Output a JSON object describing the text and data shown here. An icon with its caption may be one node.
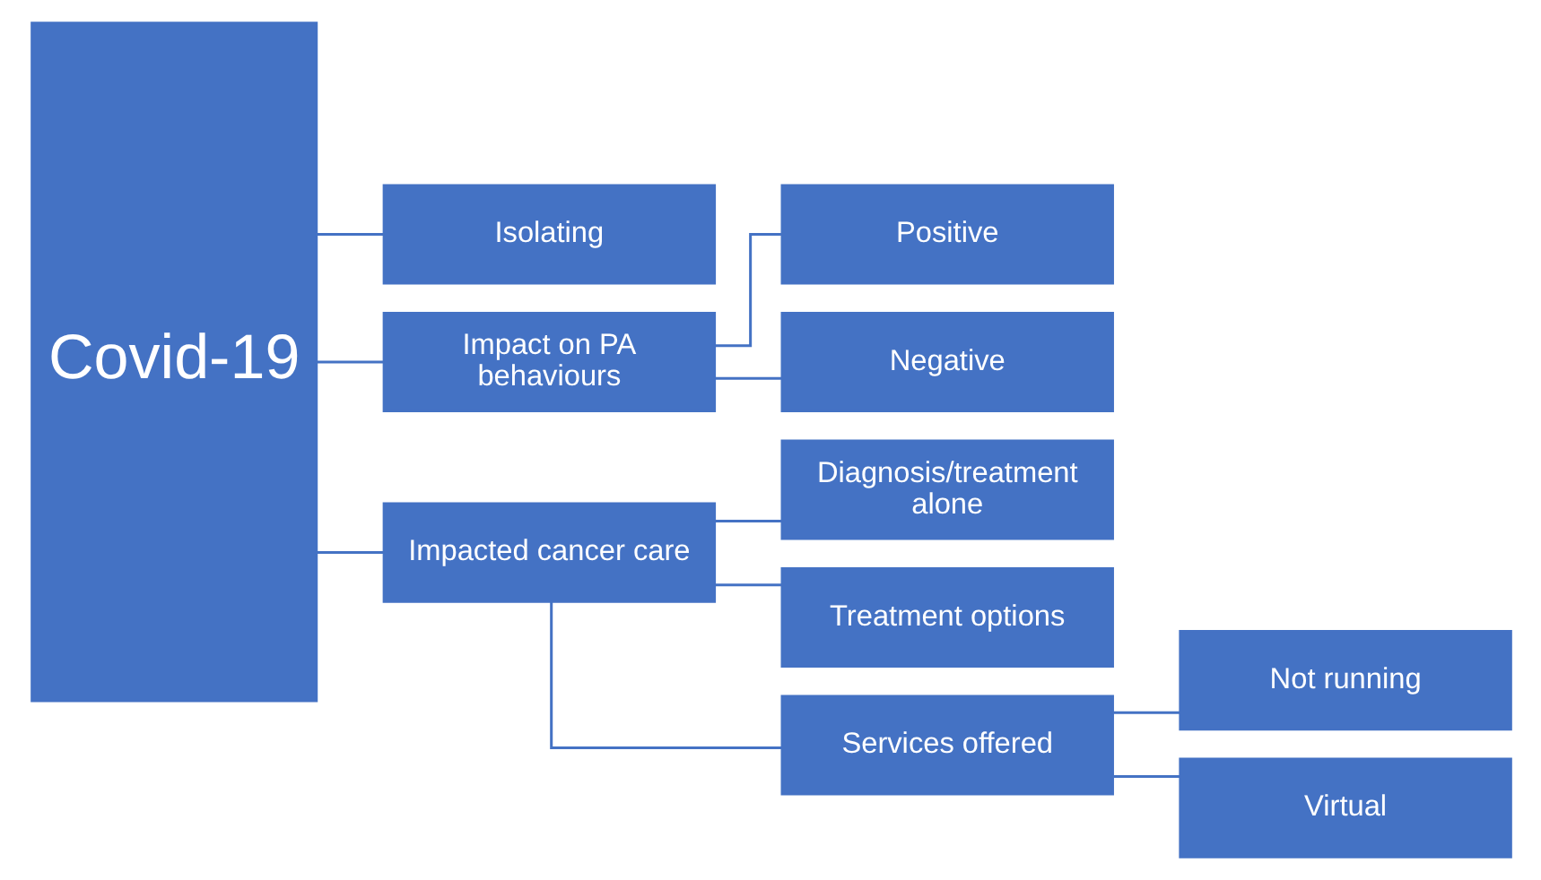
{
  "diagram": {
    "nodes": [
      {
        "text": [
          "Covid-19"
        ]
      },
      {
        "text": [
          "Isolating"
        ]
      },
      {
        "text": [
          "Impact on PA behaviours"
        ]
      },
      {
        "text": [
          "Positive"
        ]
      },
      {
        "text": [
          "Negative"
        ]
      },
      {
        "text": [
          "Impacted cancer care"
        ]
      },
      {
        "text": [
          "Diagnosis/treatment alone"
        ]
      },
      {
        "text": [
          "Treatment options"
        ]
      },
      {
        "text": [
          "Services offered"
        ]
      },
      {
        "text": [
          "Not running"
        ]
      },
      {
        "text": [
          "Virtual"
        ]
      }
    ],
    "edges": [
      {
        "from": 0,
        "to": 1,
        "arrow": "none"
      },
      {
        "from": 0,
        "to": 2,
        "arrow": "none"
      },
      {
        "from": 0,
        "to": 5,
        "arrow": "none"
      },
      {
        "from": 2,
        "to": 3,
        "arrow": "none"
      },
      {
        "from": 2,
        "to": 4,
        "arrow": "none"
      },
      {
        "from": 5,
        "to": 6,
        "arrow": "none"
      },
      {
        "from": 5,
        "to": 7,
        "arrow": "none"
      },
      {
        "from": 5,
        "to": 8,
        "arrow": "none"
      },
      {
        "from": 8,
        "to": 9,
        "arrow": "none"
      },
      {
        "from": 8,
        "to": 10,
        "arrow": "none"
      }
    ]
  }
}
